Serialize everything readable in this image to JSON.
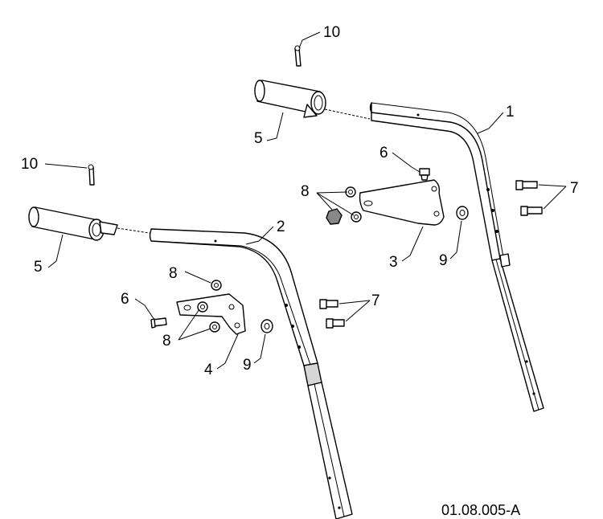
{
  "diagram": {
    "callouts": [
      {
        "id": "c1",
        "text": "1"
      },
      {
        "id": "c2",
        "text": "2"
      },
      {
        "id": "c3",
        "text": "3"
      },
      {
        "id": "c4",
        "text": "4"
      },
      {
        "id": "c5a",
        "text": "5"
      },
      {
        "id": "c5b",
        "text": "5"
      },
      {
        "id": "c6a",
        "text": "6"
      },
      {
        "id": "c6b",
        "text": "6"
      },
      {
        "id": "c7a",
        "text": "7"
      },
      {
        "id": "c7b",
        "text": "7"
      },
      {
        "id": "c8a",
        "text": "8"
      },
      {
        "id": "c8b",
        "text": "8"
      },
      {
        "id": "c8c",
        "text": "8"
      },
      {
        "id": "c9a",
        "text": "9"
      },
      {
        "id": "c9b",
        "text": "9"
      },
      {
        "id": "c10a",
        "text": "10"
      },
      {
        "id": "c10b",
        "text": "10"
      }
    ],
    "figure_code": "01.08.005-A"
  }
}
